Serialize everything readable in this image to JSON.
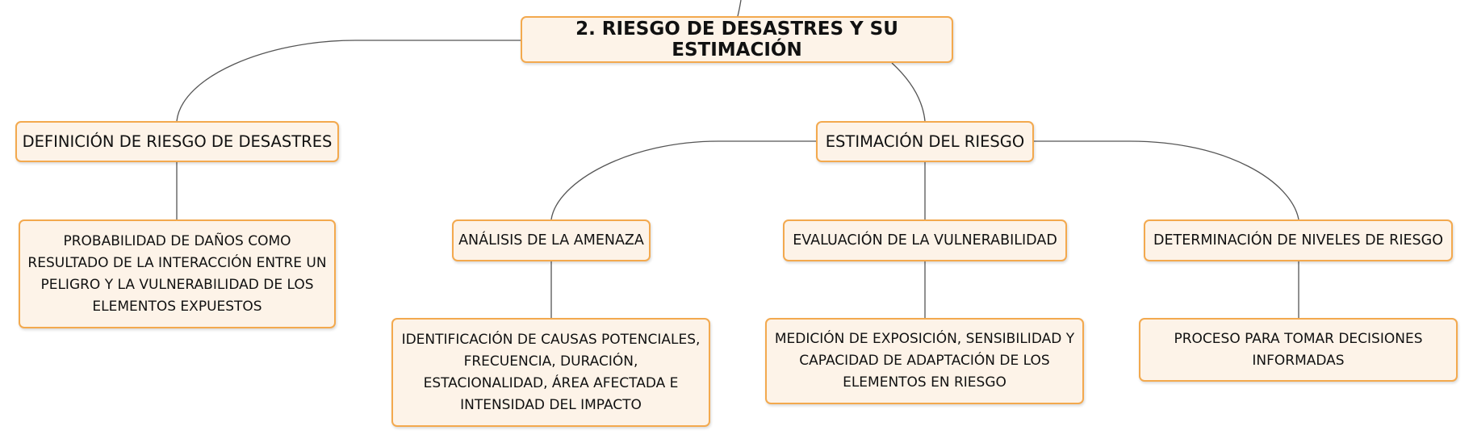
{
  "diagram": {
    "root": {
      "label": "2. RIESGO DE DESASTRES Y SU ESTIMACIÓN"
    },
    "definicion": {
      "label": "DEFINICIÓN DE RIESGO DE DESASTRES",
      "detail": "PROBABILIDAD DE DAÑOS COMO RESULTADO DE LA INTERACCIÓN ENTRE UN PELIGRO Y LA VULNERABILIDAD DE LOS ELEMENTOS EXPUESTOS"
    },
    "estimacion": {
      "label": "ESTIMACIÓN DEL RIESGO",
      "children": [
        {
          "label": "ANÁLISIS DE LA AMENAZA",
          "detail": "IDENTIFICACIÓN DE CAUSAS POTENCIALES, FRECUENCIA, DURACIÓN, ESTACIONALIDAD, ÁREA AFECTADA E INTENSIDAD DEL IMPACTO"
        },
        {
          "label": "EVALUACIÓN DE LA VULNERABILIDAD",
          "detail": "MEDICIÓN DE EXPOSICIÓN, SENSIBILIDAD Y CAPACIDAD DE ADAPTACIÓN DE LOS ELEMENTOS EN RIESGO"
        },
        {
          "label": "DETERMINACIÓN DE NIVELES DE RIESGO",
          "detail": "PROCESO PARA TOMAR DECISIONES INFORMADAS"
        }
      ]
    }
  }
}
